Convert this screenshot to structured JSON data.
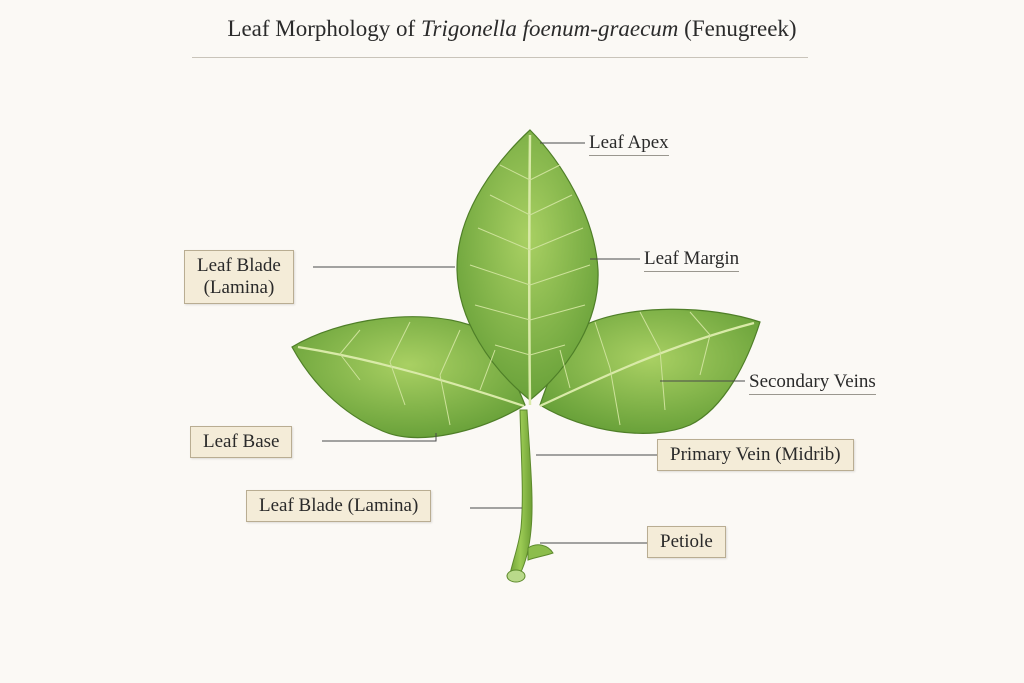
{
  "title": {
    "prefix": "Leaf Morphology of ",
    "species": "Trigonella foenum-graecum",
    "suffix": " (Fenugreek)"
  },
  "labels": {
    "apex": "Leaf Apex",
    "margin": "Leaf Margin",
    "blade_top_line1": "Leaf Blade",
    "blade_top_line2": "(Lamina)",
    "secondary_veins": "Secondary Veins",
    "leaf_base": "Leaf Base",
    "primary_vein": "Primary Vein (Midrib)",
    "blade_lower": "Leaf Blade (Lamina)",
    "petiole": "Petiole"
  },
  "colors": {
    "leaf_light": "#9cc85a",
    "leaf_dark": "#5f9a33",
    "vein": "#d7e8a8",
    "stem": "#86b545",
    "leader": "#4a4a4a"
  }
}
